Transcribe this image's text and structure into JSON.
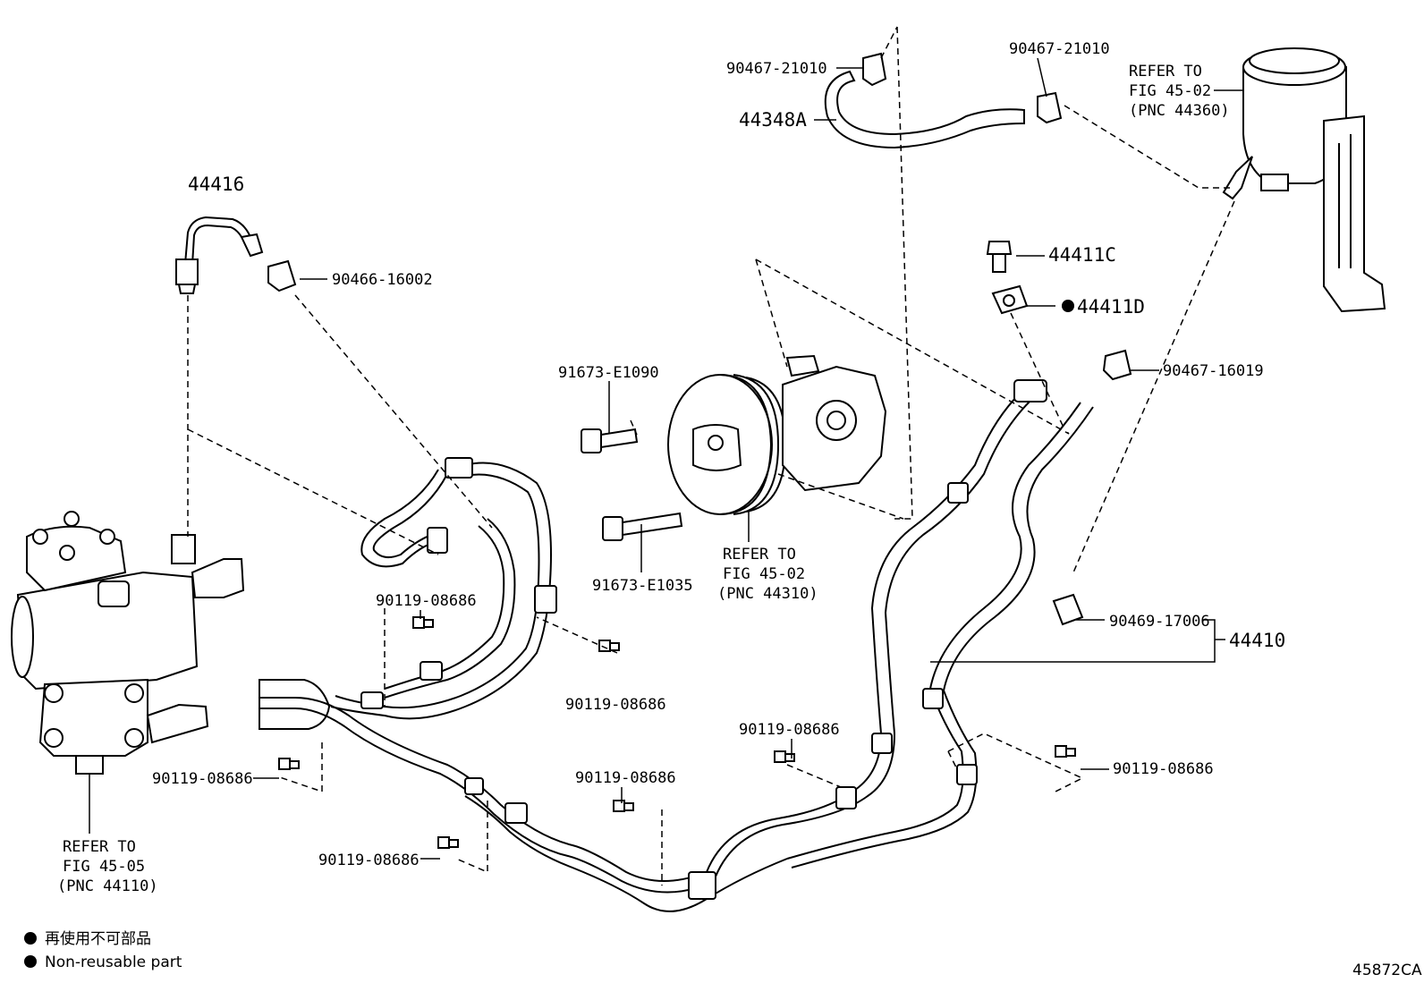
{
  "diagram": {
    "callouts": {
      "c_90467_21010_a": "90467-21010",
      "c_44348A": "44348A",
      "c_90467_21010_b": "90467-21010",
      "c_44416": "44416",
      "c_90466_16002": "90466-16002",
      "c_44411C": "44411C",
      "c_44411D": "44411D",
      "c_90467_16019": "90467-16019",
      "c_91673_E1090": "91673-E1090",
      "c_91673_E1035": "91673-E1035",
      "c_90469_17006": "90469-17006",
      "c_44410": "44410",
      "c_90119_1": "90119-08686",
      "c_90119_2": "90119-08686",
      "c_90119_3": "90119-08686",
      "c_90119_4": "90119-08686",
      "c_90119_5": "90119-08686",
      "c_90119_6": "90119-08686",
      "c_90119_7": "90119-08686"
    },
    "references": {
      "reservoir": [
        "REFER TO",
        "FIG 45-02",
        "(PNC 44360)"
      ],
      "pump": [
        "REFER TO",
        "FIG 45-02",
        "(PNC 44310)"
      ],
      "gearbox": [
        "REFER TO",
        "FIG 45-05",
        "(PNC 44110)"
      ]
    },
    "legend": {
      "line_jp": "再使用不可部品",
      "line_en": "Non-reusable part"
    },
    "figure_code": "45872CA"
  }
}
